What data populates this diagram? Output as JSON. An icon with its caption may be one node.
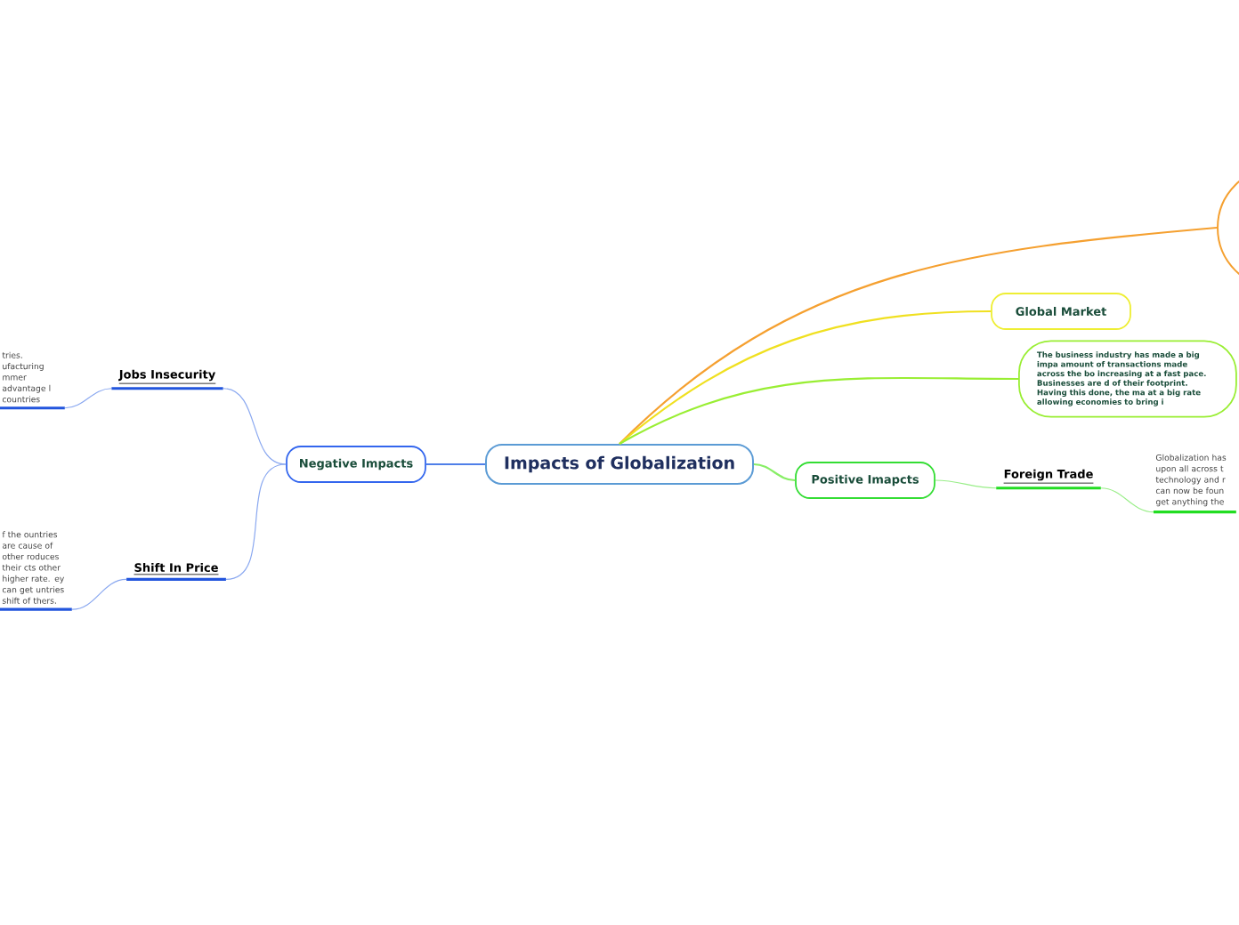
{
  "diagram": {
    "nodes": [
      {
        "text": [
          "Impacts of Globalization"
        ]
      },
      {
        "text": [
          "Negative Impacts"
        ]
      },
      {
        "text": [
          "Jobs Insecurity"
        ]
      },
      {
        "text": [
          "tries. ufacturing mmer advantage l countries"
        ]
      },
      {
        "text": [
          "Shift In Price"
        ]
      },
      {
        "text": [
          "f the ountries are cause of other roduces their cts other higher rate. ey can get untries shift of thers."
        ]
      },
      {
        "text": [
          "Positive Imapcts"
        ]
      },
      {
        "text": [
          "Foreign Trade"
        ]
      },
      {
        "text": [
          "Globalization has upon all across t technology and r can now be foun get anything the"
        ]
      },
      {
        "text": [],
        "shape": "circle"
      },
      {
        "text": [
          "Global Market"
        ]
      },
      {
        "text": [
          "The business industry has made a big impa amount of transactions made across the bo increasing at a fast pace. Businesses are d of their footprint. Having this done, the ma at a big rate allowing economies to bring i"
        ]
      }
    ],
    "edges": [
      {
        "from": 0,
        "to": 1,
        "arrow": "none",
        "color": "#4f7fe8"
      },
      {
        "from": 1,
        "to": 2,
        "arrow": "none",
        "color": "#8aa8f0"
      },
      {
        "from": 2,
        "to": 3,
        "arrow": "none",
        "color": "#8aa8f0"
      },
      {
        "from": 1,
        "to": 4,
        "arrow": "none",
        "color": "#8aa8f0"
      },
      {
        "from": 4,
        "to": 5,
        "arrow": "none",
        "color": "#8aa8f0"
      },
      {
        "from": 0,
        "to": 6,
        "arrow": "none",
        "color": "#88ee66"
      },
      {
        "from": 6,
        "to": 7,
        "arrow": "none",
        "color": "#99ee88"
      },
      {
        "from": 7,
        "to": 8,
        "arrow": "none",
        "color": "#99ee88"
      },
      {
        "from": 0,
        "to": 9,
        "arrow": "none",
        "color": "#f5a030"
      },
      {
        "from": 0,
        "to": 10,
        "arrow": "none",
        "color": "#f0e020"
      },
      {
        "from": 0,
        "to": 11,
        "arrow": "none",
        "color": "#99ee33"
      }
    ]
  }
}
